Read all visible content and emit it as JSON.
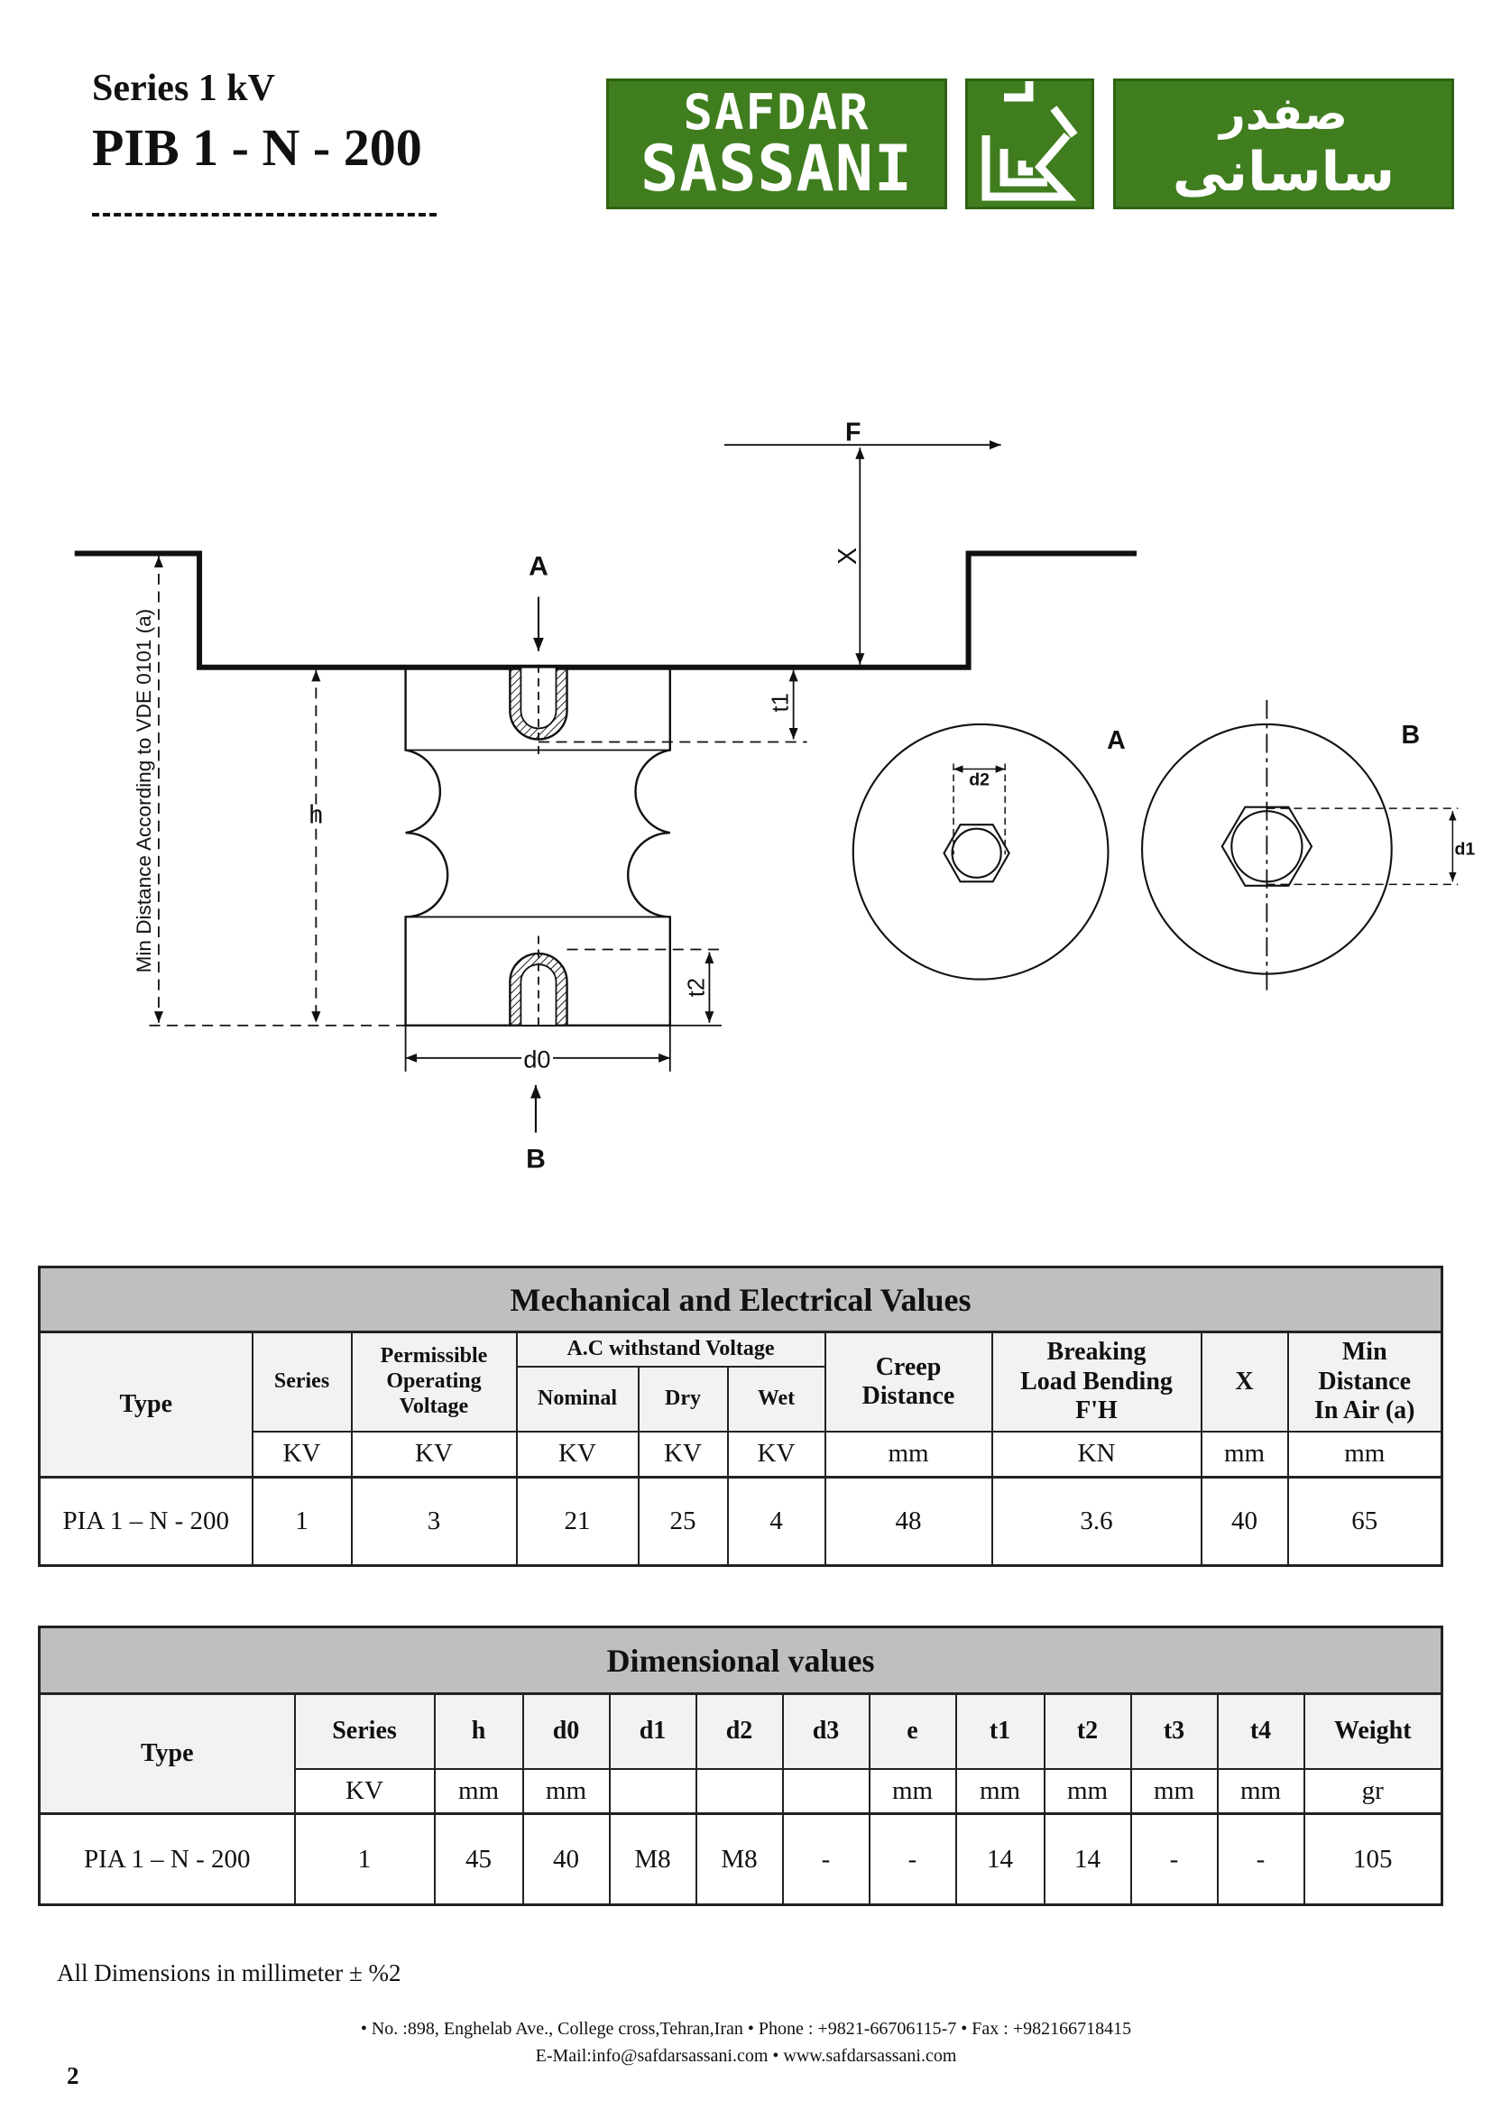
{
  "header": {
    "series": "Series 1 kV",
    "model": "PIB 1 - N - 200"
  },
  "logo": {
    "line1": "SAFDAR",
    "line2": "SASSANI",
    "arabic1": "صفدر",
    "arabic2": "ساسانی",
    "color": "#3f7d1e"
  },
  "drawing": {
    "label_a_arrow": "A",
    "label_b_arrow": "B",
    "label_f": "F",
    "label_x": "X",
    "label_t1": "t1",
    "label_t2": "t2",
    "label_h": "h",
    "label_d0": "d0",
    "label_min_distance": "Min Distance According to VDE 0101 (a)",
    "view_a": "A",
    "view_b": "B",
    "label_d1": "d1",
    "label_d2": "d2"
  },
  "mech_table": {
    "title": "Mechanical and Electrical Values",
    "headers": {
      "type": "Type",
      "series": "Series",
      "pov1": "Permissible",
      "pov2": "Operating",
      "pov3": "Voltage",
      "ac": "A.C withstand Voltage",
      "nominal": "Nominal",
      "dry": "Dry",
      "wet": "Wet",
      "creep1": "Creep",
      "creep2": "Distance",
      "blb1": "Breaking",
      "blb2": "Load Bending",
      "blb3": "F'H",
      "x": "X",
      "min1": "Min",
      "min2": "Distance",
      "min3": "In Air (a)"
    },
    "units": [
      "KV",
      "KV",
      "KV",
      "KV",
      "KV",
      "mm",
      "KN",
      "mm",
      "mm"
    ],
    "row": [
      "PIA 1 – N - 200",
      "1",
      "3",
      "21",
      "25",
      "4",
      "48",
      "3.6",
      "40",
      "65"
    ]
  },
  "dim_table": {
    "title": "Dimensional values",
    "type_header": "Type",
    "headers": [
      "Series",
      "h",
      "d0",
      "d1",
      "d2",
      "d3",
      "e",
      "t1",
      "t2",
      "t3",
      "t4",
      "Weight"
    ],
    "units": [
      "KV",
      "mm",
      "mm",
      "",
      "",
      "",
      "mm",
      "mm",
      "mm",
      "mm",
      "mm",
      "gr"
    ],
    "row": [
      "PIA 1 – N - 200",
      "1",
      "45",
      "40",
      "M8",
      "M8",
      "-",
      "-",
      "14",
      "14",
      "-",
      "-",
      "105"
    ]
  },
  "footer": {
    "note": "All Dimensions in millimeter ± %2",
    "address": "•  No. :898, Enghelab Ave., College cross,Tehran,Iran   • Phone : +9821-66706115-7 • Fax : +982166718415",
    "email": "E-Mail:info@safdarsassani.com    •    www.safdarsassani.com",
    "page_number": "2"
  }
}
